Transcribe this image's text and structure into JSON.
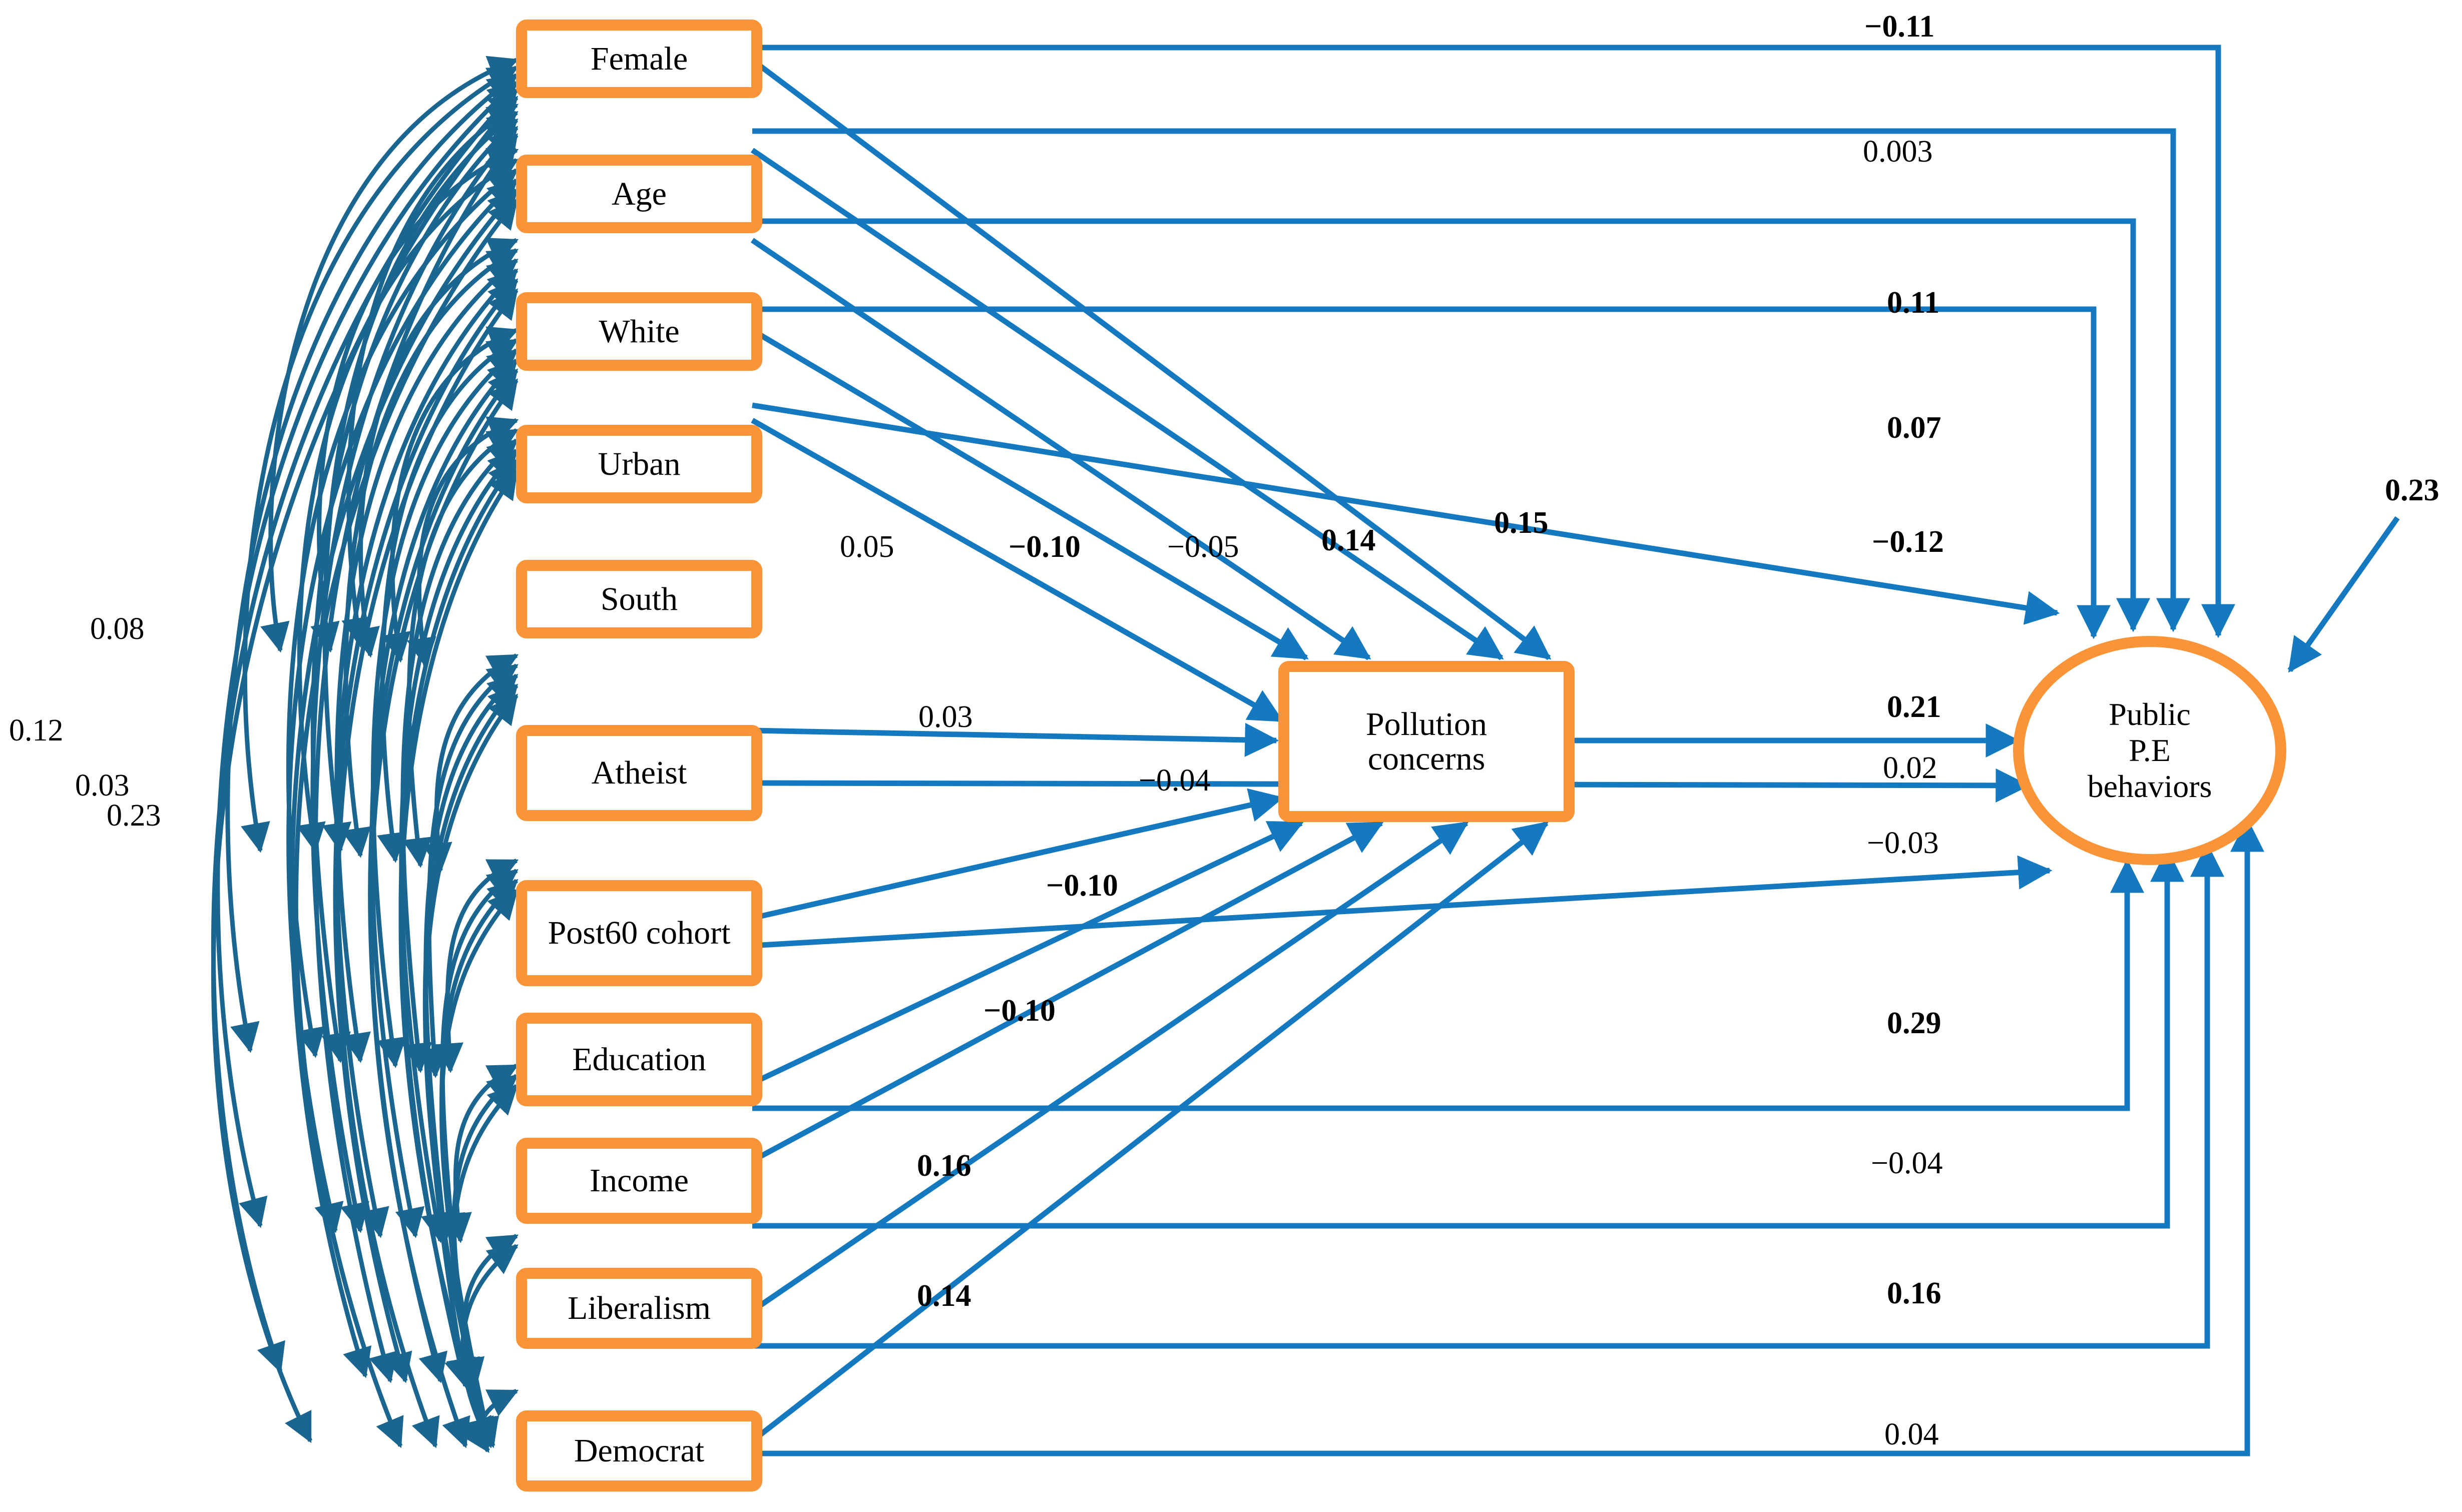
{
  "diagram": {
    "type": "path-diagram",
    "title": "",
    "colors": {
      "node_border": "#FB9337",
      "path": "#1479BE",
      "covariance": "#1A6691",
      "text": "#000000",
      "background": "#FFFFFF"
    },
    "observed_variables": [
      {
        "id": "female",
        "label": "Female"
      },
      {
        "id": "age",
        "label": "Age"
      },
      {
        "id": "white",
        "label": "White"
      },
      {
        "id": "urban",
        "label": "Urban"
      },
      {
        "id": "south",
        "label": "South"
      },
      {
        "id": "atheist",
        "label": "Atheist"
      },
      {
        "id": "post60",
        "label": "Post60 cohort"
      },
      {
        "id": "education",
        "label": "Education"
      },
      {
        "id": "income",
        "label": "Income"
      },
      {
        "id": "liberalism",
        "label": "Liberalism"
      },
      {
        "id": "democrat",
        "label": "Democrat"
      }
    ],
    "mediator": {
      "id": "pollution",
      "label": "Pollution concerns"
    },
    "outcome": {
      "id": "behaviors",
      "label": "Public\nP.E\nbehaviors"
    },
    "covariance_labels": [
      {
        "value": "0.08"
      },
      {
        "value": "0.12"
      },
      {
        "value": "0.03"
      },
      {
        "value": "0.23"
      }
    ],
    "paths_to_mediator": [
      {
        "from": "urban",
        "to": "pollution",
        "value": "0.05",
        "significant": false
      },
      {
        "from": "south",
        "to": "pollution",
        "value": "−0.10",
        "significant": true
      },
      {
        "from": "white",
        "to": "pollution",
        "value": "−0.05",
        "significant": false
      },
      {
        "from": "age",
        "to": "pollution",
        "value": "0.14",
        "significant": true
      },
      {
        "from": "female",
        "to": "pollution",
        "value": "0.15",
        "significant": true
      },
      {
        "from": "atheist",
        "to": "pollution",
        "value": "0.03",
        "significant": false
      },
      {
        "from": "post60",
        "to": "pollution",
        "value": "−0.04",
        "significant": false
      },
      {
        "from": "education",
        "to": "pollution",
        "value": "−0.10",
        "significant": true
      },
      {
        "from": "income",
        "to": "pollution",
        "value": "−0.10",
        "significant": true
      },
      {
        "from": "liberalism",
        "to": "pollution",
        "value": "0.16",
        "significant": true
      },
      {
        "from": "democrat",
        "to": "pollution",
        "value": "0.14",
        "significant": true
      }
    ],
    "paths_to_outcome": [
      {
        "from": "female",
        "to": "behaviors",
        "value": "−0.11",
        "significant": true
      },
      {
        "from": "age",
        "to": "behaviors",
        "value": "0.003",
        "significant": false
      },
      {
        "from": "white",
        "to": "behaviors",
        "value": "0.11",
        "significant": true
      },
      {
        "from": "urban",
        "to": "behaviors",
        "value": "0.07",
        "significant": true
      },
      {
        "from": "south",
        "to": "behaviors",
        "value": "−0.12",
        "significant": true
      },
      {
        "from": "pollution",
        "to": "behaviors",
        "value": "0.21",
        "significant": true
      },
      {
        "from": "atheist",
        "to": "behaviors",
        "value": "0.02",
        "significant": false
      },
      {
        "from": "post60",
        "to": "behaviors",
        "value": "−0.03",
        "significant": false
      },
      {
        "from": "education",
        "to": "behaviors",
        "value": "0.29",
        "significant": true
      },
      {
        "from": "income",
        "to": "behaviors",
        "value": "−0.04",
        "significant": false
      },
      {
        "from": "liberalism",
        "to": "behaviors",
        "value": "0.16",
        "significant": true
      },
      {
        "from": "democrat",
        "to": "behaviors",
        "value": "0.04",
        "significant": false
      }
    ],
    "disturbance": {
      "to": "behaviors",
      "value": "0.23",
      "significant": true
    }
  },
  "chart_data": {
    "type": "diagram",
    "title": "Structural equation model of public pro-environmental behaviors",
    "nodes": [
      "Female",
      "Age",
      "White",
      "Urban",
      "South",
      "Atheist",
      "Post60 cohort",
      "Education",
      "Income",
      "Liberalism",
      "Democrat",
      "Pollution concerns",
      "Public P.E behaviors"
    ],
    "edges": [
      {
        "source": "Urban",
        "target": "Pollution concerns",
        "value": 0.05
      },
      {
        "source": "South",
        "target": "Pollution concerns",
        "value": -0.1
      },
      {
        "source": "White",
        "target": "Pollution concerns",
        "value": -0.05
      },
      {
        "source": "Age",
        "target": "Pollution concerns",
        "value": 0.14
      },
      {
        "source": "Female",
        "target": "Pollution concerns",
        "value": 0.15
      },
      {
        "source": "Atheist",
        "target": "Pollution concerns",
        "value": 0.03
      },
      {
        "source": "Post60 cohort",
        "target": "Pollution concerns",
        "value": -0.04
      },
      {
        "source": "Education",
        "target": "Pollution concerns",
        "value": -0.1
      },
      {
        "source": "Income",
        "target": "Pollution concerns",
        "value": -0.1
      },
      {
        "source": "Liberalism",
        "target": "Pollution concerns",
        "value": 0.16
      },
      {
        "source": "Democrat",
        "target": "Pollution concerns",
        "value": 0.14
      },
      {
        "source": "Female",
        "target": "Public P.E behaviors",
        "value": -0.11
      },
      {
        "source": "Age",
        "target": "Public P.E behaviors",
        "value": 0.003
      },
      {
        "source": "White",
        "target": "Public P.E behaviors",
        "value": 0.11
      },
      {
        "source": "Urban",
        "target": "Public P.E behaviors",
        "value": 0.07
      },
      {
        "source": "South",
        "target": "Public P.E behaviors",
        "value": -0.12
      },
      {
        "source": "Pollution concerns",
        "target": "Public P.E behaviors",
        "value": 0.21
      },
      {
        "source": "Atheist",
        "target": "Public P.E behaviors",
        "value": 0.02
      },
      {
        "source": "Post60 cohort",
        "target": "Public P.E behaviors",
        "value": -0.03
      },
      {
        "source": "Education",
        "target": "Public P.E behaviors",
        "value": 0.29
      },
      {
        "source": "Income",
        "target": "Public P.E behaviors",
        "value": -0.04
      },
      {
        "source": "Liberalism",
        "target": "Public P.E behaviors",
        "value": 0.16
      },
      {
        "source": "Democrat",
        "target": "Public P.E behaviors",
        "value": 0.04
      },
      {
        "source": "disturbance",
        "target": "Public P.E behaviors",
        "value": 0.23
      }
    ],
    "covariances": [
      0.08,
      0.12,
      0.03,
      0.23
    ],
    "xlabel": "",
    "ylabel": "",
    "legend": []
  },
  "labels": {
    "cov_0_08": "0.08",
    "cov_0_12": "0.12",
    "cov_0_03": "0.03",
    "cov_0_23": "0.23",
    "m_urban": "0.05",
    "m_south": "−0.10",
    "m_white": "−0.05",
    "m_age": "0.14",
    "m_female": "0.15",
    "m_atheist": "0.03",
    "m_post60": "−0.04",
    "m_education": "−0.10",
    "m_income": "−0.10",
    "m_liberalism": "0.16",
    "m_democrat": "0.14",
    "o_female": "−0.11",
    "o_age": "0.003",
    "o_white": "0.11",
    "o_urban": "0.07",
    "o_south": "−0.12",
    "o_pollution": "0.21",
    "o_atheist": "0.02",
    "o_post60": "−0.03",
    "o_education": "0.29",
    "o_income": "−0.04",
    "o_liberalism": "0.16",
    "o_democrat": "0.04",
    "disturbance": "0.23"
  }
}
